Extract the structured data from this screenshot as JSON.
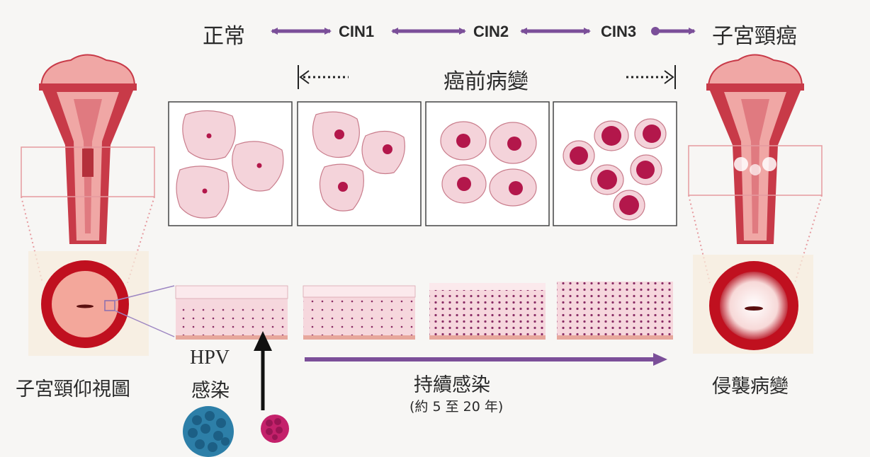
{
  "progression": {
    "normal": "正常",
    "cin1": "CIN1",
    "cin2": "CIN2",
    "cin3": "CIN3",
    "cancer": "子宮頸癌"
  },
  "precancer_label": "癌前病變",
  "captions": {
    "cervix_view": "子宮頸仰視圖",
    "invasive": "侵襲病變",
    "hpv_line1": "HPV",
    "hpv_line2": "感染",
    "persistent": "持續感染",
    "duration": "(約 5 至 20 年)"
  },
  "colors": {
    "arrow": "#7b4f99",
    "cell_fill": "#f4d3da",
    "nucleus": "#b3174b",
    "uterus": "#c83a48",
    "uterus_light": "#f0a7a5"
  }
}
